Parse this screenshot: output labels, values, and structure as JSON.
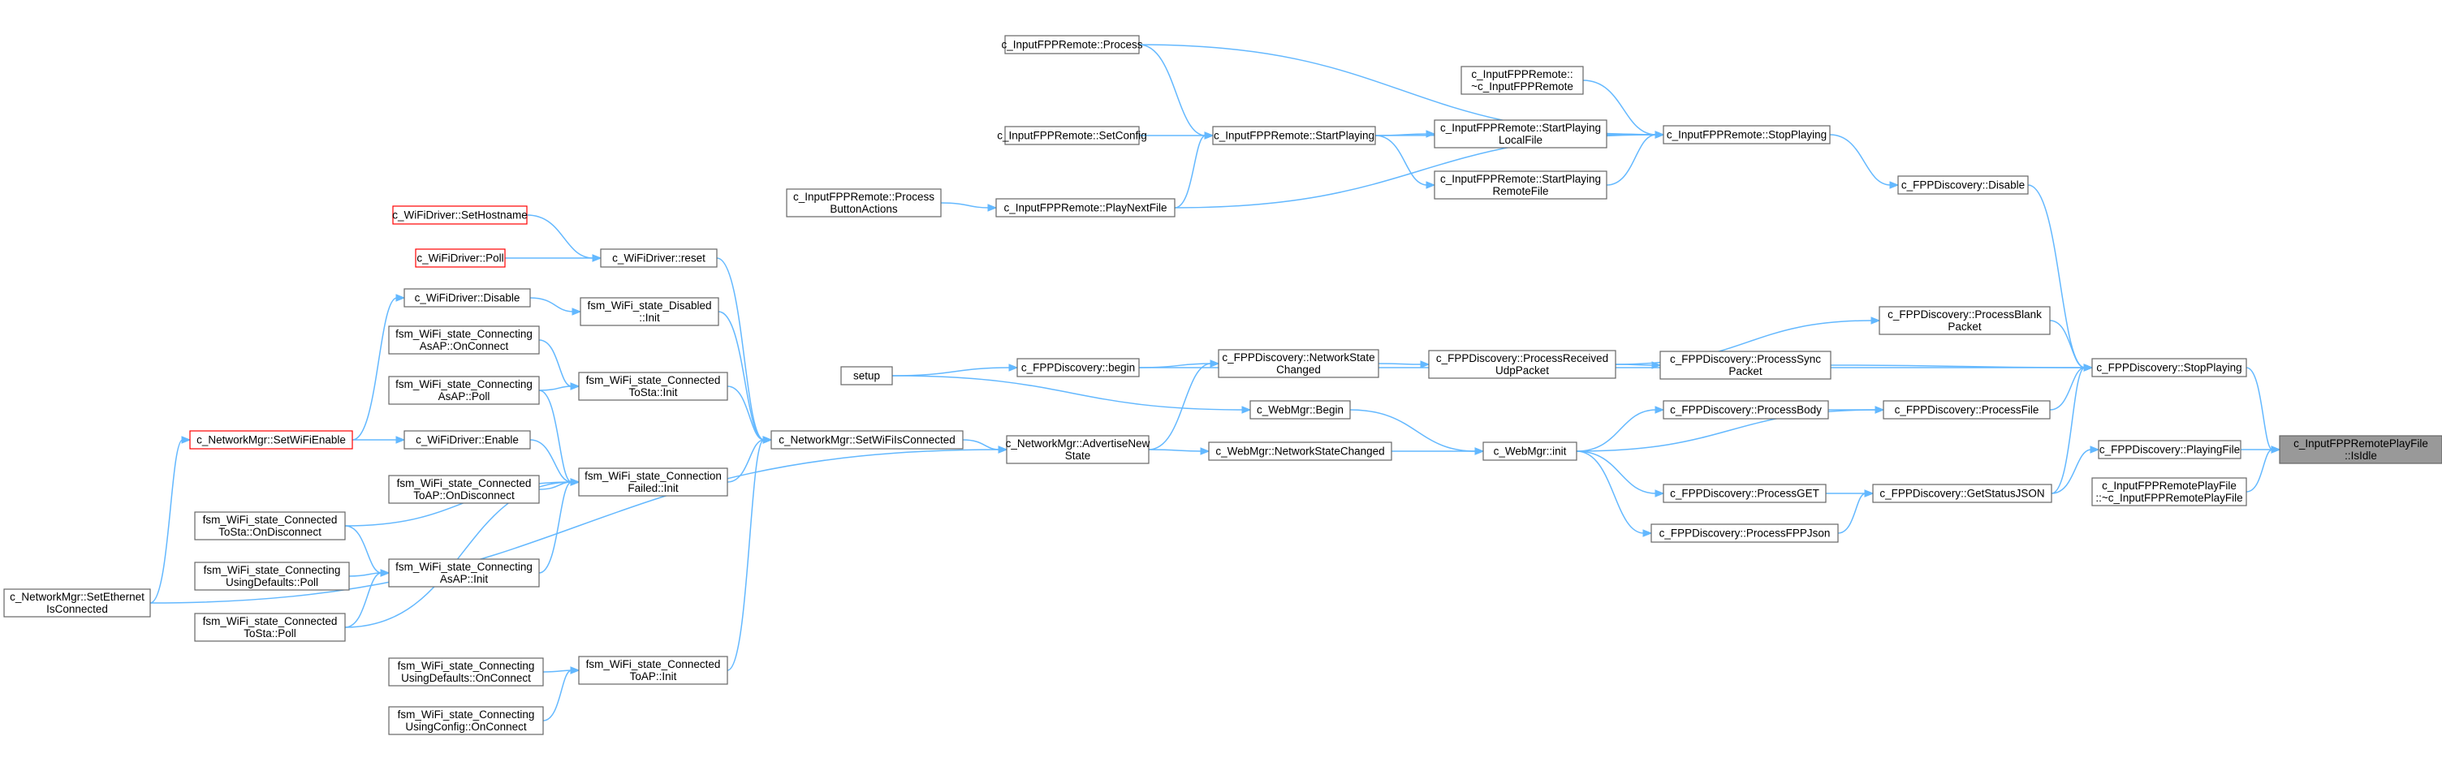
{
  "diagram": {
    "kind": "doxygen-caller-graph",
    "colors": {
      "edge": "#63b8ff",
      "node_border": "#666666",
      "highlight_border": "#ff0000",
      "root_fill": "#999999"
    },
    "nodes": {
      "isidle": {
        "lines": [
          "c_InputFPPRemotePlayFile",
          "::IsIdle"
        ],
        "style": "root"
      },
      "stopplaying_disc": {
        "lines": [
          "c_FPPDiscovery::StopPlaying"
        ]
      },
      "playingfile": {
        "lines": [
          "c_FPPDiscovery::PlayingFile"
        ]
      },
      "dtor_playfile": {
        "lines": [
          "c_InputFPPRemotePlayFile",
          "::~c_InputFPPRemotePlayFile"
        ]
      },
      "disable_disc": {
        "lines": [
          "c_FPPDiscovery::Disable"
        ]
      },
      "stopplaying_remote": {
        "lines": [
          "c_InputFPPRemote::StopPlaying"
        ]
      },
      "process_remote": {
        "lines": [
          "c_InputFPPRemote::Process"
        ]
      },
      "dtor_remote": {
        "lines": [
          "c_InputFPPRemote::",
          "~c_InputFPPRemote"
        ]
      },
      "setconfig": {
        "lines": [
          "c_InputFPPRemote::SetConfig"
        ]
      },
      "startplaying": {
        "lines": [
          "c_InputFPPRemote::StartPlaying"
        ]
      },
      "sp_local": {
        "lines": [
          "c_InputFPPRemote::StartPlaying",
          "LocalFile"
        ]
      },
      "sp_remote": {
        "lines": [
          "c_InputFPPRemote::StartPlaying",
          "RemoteFile"
        ]
      },
      "processbuttons": {
        "lines": [
          "c_InputFPPRemote::Process",
          "ButtonActions"
        ]
      },
      "playnext": {
        "lines": [
          "c_InputFPPRemote::PlayNextFile"
        ]
      },
      "processblank": {
        "lines": [
          "c_FPPDiscovery::ProcessBlank",
          "Packet"
        ]
      },
      "processsync": {
        "lines": [
          "c_FPPDiscovery::ProcessSync",
          "Packet"
        ]
      },
      "processudp": {
        "lines": [
          "c_FPPDiscovery::ProcessReceived",
          "UdpPacket"
        ]
      },
      "netstate": {
        "lines": [
          "c_FPPDiscovery::NetworkState",
          "Changed"
        ]
      },
      "disc_begin": {
        "lines": [
          "c_FPPDiscovery::begin"
        ]
      },
      "setup": {
        "lines": [
          "setup"
        ]
      },
      "processfile": {
        "lines": [
          "c_FPPDiscovery::ProcessFile"
        ]
      },
      "processbody": {
        "lines": [
          "c_FPPDiscovery::ProcessBody"
        ]
      },
      "webinit": {
        "lines": [
          "c_WebMgr::init"
        ]
      },
      "webbegin": {
        "lines": [
          "c_WebMgr::Begin"
        ]
      },
      "webnetstate": {
        "lines": [
          "c_WebMgr::NetworkStateChanged"
        ]
      },
      "advertise": {
        "lines": [
          "c_NetworkMgr::AdvertiseNew",
          "State"
        ]
      },
      "processget": {
        "lines": [
          "c_FPPDiscovery::ProcessGET"
        ]
      },
      "getstatus": {
        "lines": [
          "c_FPPDiscovery::GetStatusJSON"
        ]
      },
      "processfppjson": {
        "lines": [
          "c_FPPDiscovery::ProcessFPPJson"
        ]
      },
      "setwifi": {
        "lines": [
          "c_NetworkMgr::SetWiFiIsConnected"
        ]
      },
      "wifireset": {
        "lines": [
          "c_WiFiDriver::reset"
        ]
      },
      "sethostname": {
        "lines": [
          "c_WiFiDriver::SetHostname"
        ],
        "style": "red"
      },
      "wifipoll": {
        "lines": [
          "c_WiFiDriver::Poll"
        ],
        "style": "red"
      },
      "wifidisable": {
        "lines": [
          "c_WiFiDriver::Disable"
        ]
      },
      "disabled_init": {
        "lines": [
          "fsm_WiFi_state_Disabled",
          "::Init"
        ]
      },
      "conn_ap_onconnect": {
        "lines": [
          "fsm_WiFi_state_Connecting",
          "AsAP::OnConnect"
        ]
      },
      "connected_sta_init": {
        "lines": [
          "fsm_WiFi_state_Connected",
          "ToSta::Init"
        ]
      },
      "conn_ap_poll": {
        "lines": [
          "fsm_WiFi_state_Connecting",
          "AsAP::Poll"
        ]
      },
      "setwifienable": {
        "lines": [
          "c_NetworkMgr::SetWiFiEnable"
        ],
        "style": "red"
      },
      "wifienable": {
        "lines": [
          "c_WiFiDriver::Enable"
        ]
      },
      "connfailed_init": {
        "lines": [
          "fsm_WiFi_state_Connection",
          "Failed::Init"
        ]
      },
      "connected_ap_ondisc": {
        "lines": [
          "fsm_WiFi_state_Connected",
          "ToAP::OnDisconnect"
        ]
      },
      "connected_sta_ondisc": {
        "lines": [
          "fsm_WiFi_state_Connected",
          "ToSta::OnDisconnect"
        ]
      },
      "conn_ap_init": {
        "lines": [
          "fsm_WiFi_state_Connecting",
          "AsAP::Init"
        ]
      },
      "conn_def_poll": {
        "lines": [
          "fsm_WiFi_state_Connecting",
          "UsingDefaults::Poll"
        ]
      },
      "connected_sta_poll": {
        "lines": [
          "fsm_WiFi_state_Connected",
          "ToSta::Poll"
        ]
      },
      "setethernet": {
        "lines": [
          "c_NetworkMgr::SetEthernet",
          "IsConnected"
        ]
      },
      "connected_ap_init": {
        "lines": [
          "fsm_WiFi_state_Connected",
          "ToAP::Init"
        ]
      },
      "conn_def_onconnect": {
        "lines": [
          "fsm_WiFi_state_Connecting",
          "UsingDefaults::OnConnect"
        ]
      },
      "conn_cfg_onconnect": {
        "lines": [
          "fsm_WiFi_state_Connecting",
          "UsingConfig::OnConnect"
        ]
      }
    },
    "edges": [
      [
        "stopplaying_disc",
        "isidle"
      ],
      [
        "playingfile",
        "isidle"
      ],
      [
        "dtor_playfile",
        "isidle"
      ],
      [
        "disable_disc",
        "stopplaying_disc"
      ],
      [
        "processblank",
        "stopplaying_disc"
      ],
      [
        "processsync",
        "stopplaying_disc"
      ],
      [
        "processfile",
        "stopplaying_disc"
      ],
      [
        "disc_begin",
        "stopplaying_disc"
      ],
      [
        "getstatus",
        "stopplaying_disc"
      ],
      [
        "getstatus",
        "playingfile"
      ],
      [
        "stopplaying_remote",
        "disable_disc"
      ],
      [
        "process_remote",
        "stopplaying_remote"
      ],
      [
        "dtor_remote",
        "stopplaying_remote"
      ],
      [
        "startplaying",
        "stopplaying_remote"
      ],
      [
        "sp_local",
        "stopplaying_remote"
      ],
      [
        "sp_remote",
        "stopplaying_remote"
      ],
      [
        "playnext",
        "stopplaying_remote"
      ],
      [
        "process_remote",
        "startplaying"
      ],
      [
        "setconfig",
        "startplaying"
      ],
      [
        "playnext",
        "startplaying"
      ],
      [
        "startplaying",
        "sp_local"
      ],
      [
        "startplaying",
        "sp_remote"
      ],
      [
        "processbuttons",
        "playnext"
      ],
      [
        "processudp",
        "processblank"
      ],
      [
        "processudp",
        "processsync"
      ],
      [
        "netstate",
        "processudp"
      ],
      [
        "disc_begin",
        "netstate"
      ],
      [
        "advertise",
        "netstate"
      ],
      [
        "setup",
        "disc_begin"
      ],
      [
        "setup",
        "webbegin"
      ],
      [
        "processbody",
        "processfile"
      ],
      [
        "webinit",
        "processfile"
      ],
      [
        "webinit",
        "processbody"
      ],
      [
        "webinit",
        "processget"
      ],
      [
        "webinit",
        "processfppjson"
      ],
      [
        "webbegin",
        "webinit"
      ],
      [
        "webnetstate",
        "webinit"
      ],
      [
        "advertise",
        "webnetstate"
      ],
      [
        "processget",
        "getstatus"
      ],
      [
        "processfppjson",
        "getstatus"
      ],
      [
        "setwifi",
        "advertise"
      ],
      [
        "setethernet",
        "advertise"
      ],
      [
        "wifireset",
        "setwifi"
      ],
      [
        "disabled_init",
        "setwifi"
      ],
      [
        "connected_sta_init",
        "setwifi"
      ],
      [
        "connfailed_init",
        "setwifi"
      ],
      [
        "connected_ap_init",
        "setwifi"
      ],
      [
        "sethostname",
        "wifireset"
      ],
      [
        "wifipoll",
        "wifireset"
      ],
      [
        "wifidisable",
        "disabled_init"
      ],
      [
        "setwifienable",
        "wifidisable"
      ],
      [
        "setwifienable",
        "wifienable"
      ],
      [
        "conn_ap_onconnect",
        "connected_sta_init"
      ],
      [
        "conn_ap_poll",
        "connected_sta_init"
      ],
      [
        "wifienable",
        "connfailed_init"
      ],
      [
        "conn_ap_poll",
        "connfailed_init"
      ],
      [
        "connected_ap_ondisc",
        "connfailed_init"
      ],
      [
        "connected_sta_ondisc",
        "connfailed_init"
      ],
      [
        "conn_ap_init",
        "connfailed_init"
      ],
      [
        "connected_sta_poll",
        "connfailed_init"
      ],
      [
        "connected_sta_ondisc",
        "conn_ap_init"
      ],
      [
        "conn_def_poll",
        "conn_ap_init"
      ],
      [
        "connected_sta_poll",
        "conn_ap_init"
      ],
      [
        "setethernet",
        "setwifienable"
      ],
      [
        "conn_def_onconnect",
        "connected_ap_init"
      ],
      [
        "conn_cfg_onconnect",
        "connected_ap_init"
      ]
    ]
  }
}
